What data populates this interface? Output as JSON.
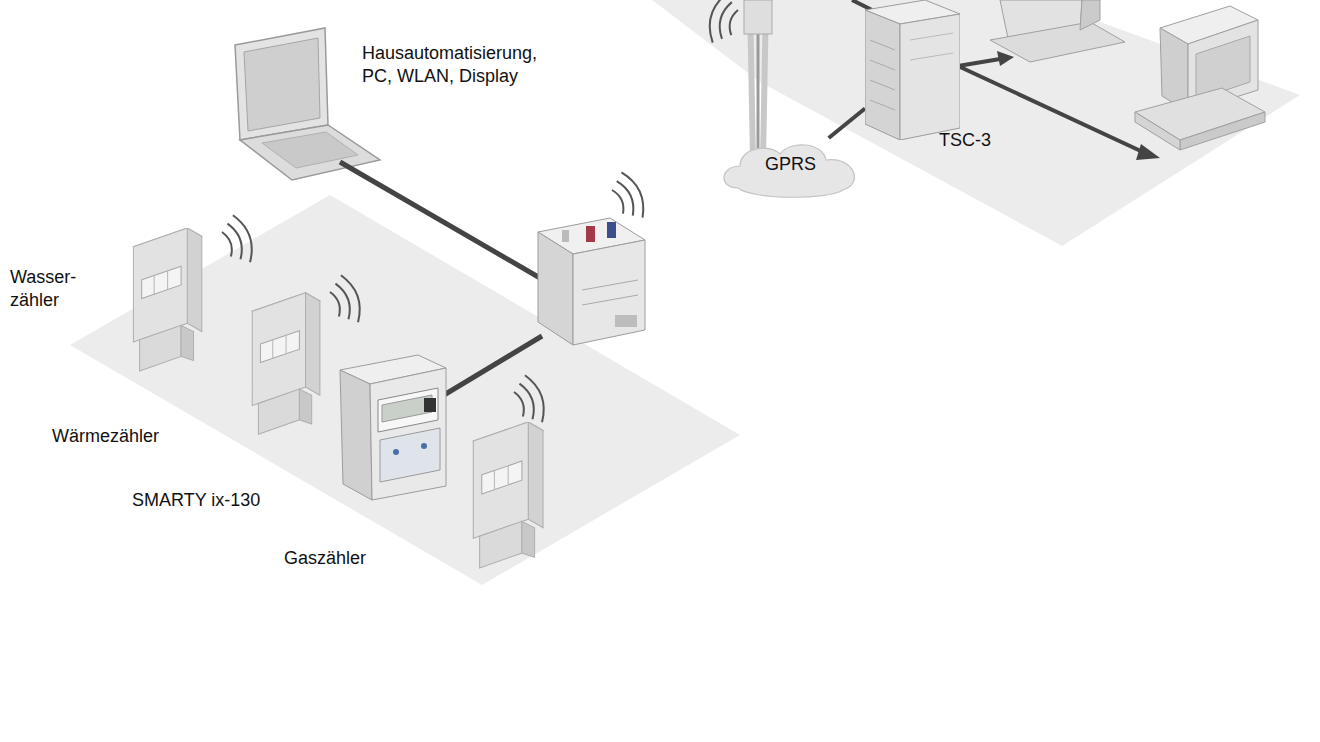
{
  "diagram": {
    "nodes": [
      {
        "text": [
          "GPRS"
        ]
      },
      {
        "text": [
          "TSC-3"
        ]
      }
    ],
    "edges": [
      {
        "from": 0,
        "to": 1,
        "arrow": "none"
      }
    ],
    "labels": [
      "Hausautomatisierung, PC, WLAN, Display",
      "Wasser- zähler",
      "Wärmezähler",
      "SMARTY ix-130",
      "Gaszähler"
    ]
  }
}
